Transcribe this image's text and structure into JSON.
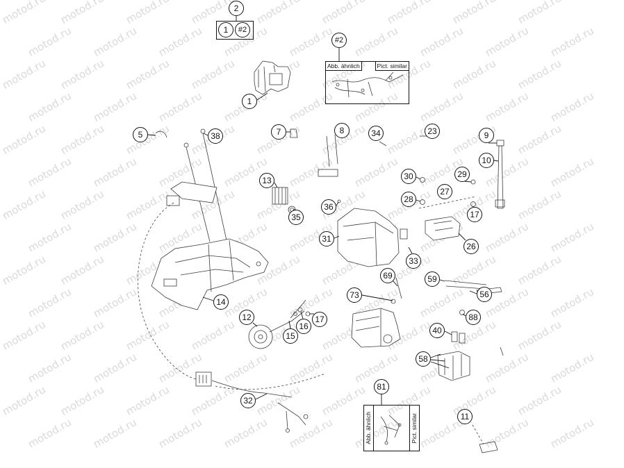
{
  "watermark": "motod.ru",
  "callouts": [
    "2",
    "1",
    "#2",
    "#2",
    "1",
    "5",
    "38",
    "7",
    "8",
    "34",
    "23",
    "9",
    "13",
    "30",
    "29",
    "10",
    "36",
    "27",
    "28",
    "17",
    "35",
    "31",
    "26",
    "33",
    "69",
    "59",
    "73",
    "56",
    "14",
    "12",
    "17",
    "16",
    "15",
    "88",
    "40",
    "58",
    "81",
    "32",
    "11"
  ],
  "inset_top": {
    "label_left": "Abb. ähnlich",
    "label_right": "Pict. similar"
  },
  "inset_bottom": {
    "label_left": "Abb. ähnlich",
    "label_right": "Pict. similar"
  }
}
